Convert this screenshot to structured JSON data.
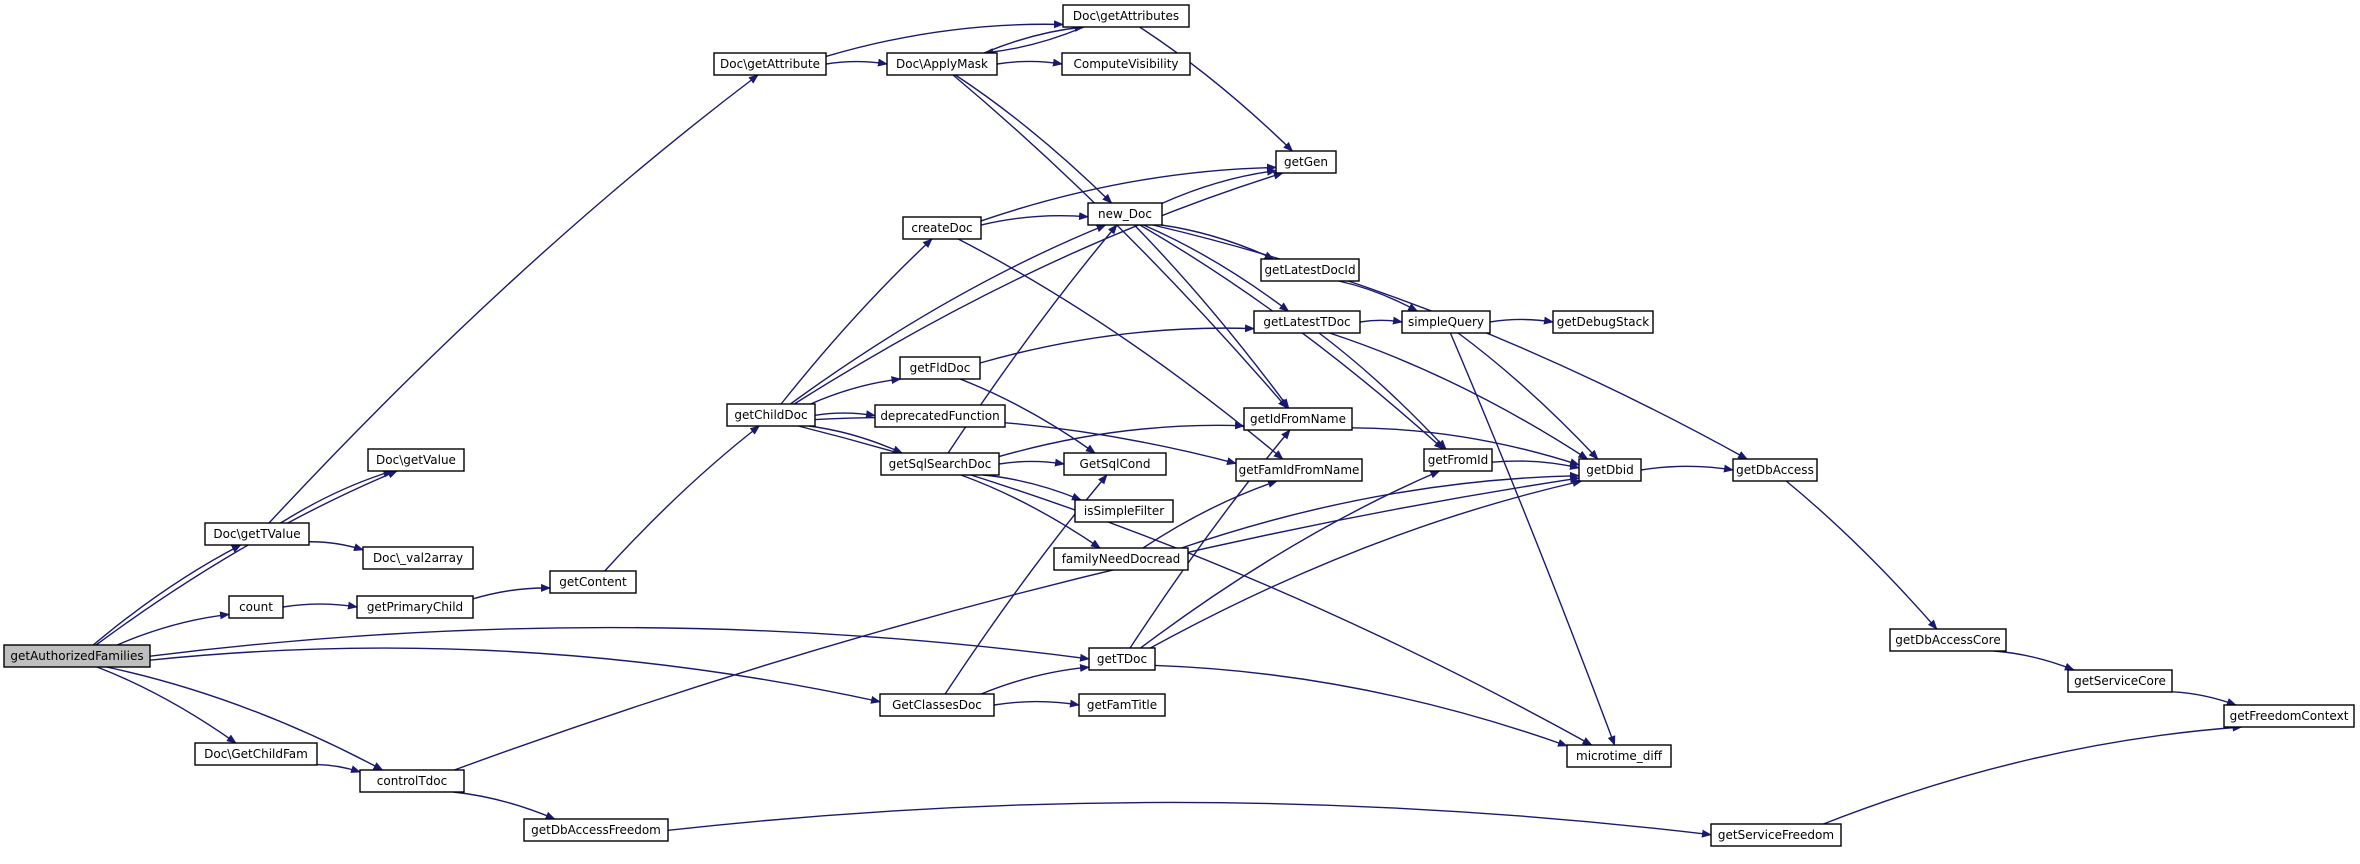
{
  "graph": {
    "root": "getAuthorizedFamilies",
    "nodes": [
      {
        "id": "getAuthorizedFamilies",
        "label": "getAuthorizedFamilies",
        "root": true
      },
      {
        "id": "Doc_getValue",
        "label": "Doc\\getValue"
      },
      {
        "id": "Doc_getTValue",
        "label": "Doc\\getTValue"
      },
      {
        "id": "Doc_val2array",
        "label": "Doc\\_val2array"
      },
      {
        "id": "count",
        "label": "count"
      },
      {
        "id": "getPrimaryChild",
        "label": "getPrimaryChild"
      },
      {
        "id": "getContent",
        "label": "getContent"
      },
      {
        "id": "getChildDoc",
        "label": "getChildDoc"
      },
      {
        "id": "Doc_getAttribute",
        "label": "Doc\\getAttribute"
      },
      {
        "id": "Doc_ApplyMask",
        "label": "Doc\\ApplyMask"
      },
      {
        "id": "Doc_getAttributes",
        "label": "Doc\\getAttributes"
      },
      {
        "id": "ComputeVisibility",
        "label": "ComputeVisibility"
      },
      {
        "id": "getGen",
        "label": "getGen"
      },
      {
        "id": "createDoc",
        "label": "createDoc"
      },
      {
        "id": "new_Doc",
        "label": "new_Doc"
      },
      {
        "id": "getLatestDocId",
        "label": "getLatestDocId"
      },
      {
        "id": "getLatestTDoc",
        "label": "getLatestTDoc"
      },
      {
        "id": "simpleQuery",
        "label": "simpleQuery"
      },
      {
        "id": "getDebugStack",
        "label": "getDebugStack"
      },
      {
        "id": "getFldDoc",
        "label": "getFldDoc"
      },
      {
        "id": "deprecatedFunction",
        "label": "deprecatedFunction"
      },
      {
        "id": "getSqlSearchDoc",
        "label": "getSqlSearchDoc"
      },
      {
        "id": "GetSqlCond",
        "label": "GetSqlCond"
      },
      {
        "id": "isSimpleFilter",
        "label": "isSimpleFilter"
      },
      {
        "id": "familyNeedDocread",
        "label": "familyNeedDocread"
      },
      {
        "id": "getIdFromName",
        "label": "getIdFromName"
      },
      {
        "id": "getFamIdFromName",
        "label": "getFamIdFromName"
      },
      {
        "id": "getFromId",
        "label": "getFromId"
      },
      {
        "id": "getDbid",
        "label": "getDbid"
      },
      {
        "id": "getDbAccess",
        "label": "getDbAccess"
      },
      {
        "id": "getDbAccessCore",
        "label": "getDbAccessCore"
      },
      {
        "id": "getServiceCore",
        "label": "getServiceCore"
      },
      {
        "id": "getFreedomContext",
        "label": "getFreedomContext"
      },
      {
        "id": "getTDoc",
        "label": "getTDoc"
      },
      {
        "id": "GetClassesDoc",
        "label": "GetClassesDoc"
      },
      {
        "id": "getFamTitle",
        "label": "getFamTitle"
      },
      {
        "id": "Doc_GetChildFam",
        "label": "Doc\\GetChildFam"
      },
      {
        "id": "controlTdoc",
        "label": "controlTdoc"
      },
      {
        "id": "microtime_diff",
        "label": "microtime_diff"
      },
      {
        "id": "getDbAccessFreedom",
        "label": "getDbAccessFreedom"
      },
      {
        "id": "getServiceFreedom",
        "label": "getServiceFreedom"
      }
    ],
    "edges": [
      [
        "getAuthorizedFamilies",
        "Doc_getValue"
      ],
      [
        "getAuthorizedFamilies",
        "Doc_getTValue"
      ],
      [
        "getAuthorizedFamilies",
        "count"
      ],
      [
        "getAuthorizedFamilies",
        "getTDoc"
      ],
      [
        "getAuthorizedFamilies",
        "GetClassesDoc"
      ],
      [
        "getAuthorizedFamilies",
        "Doc_GetChildFam"
      ],
      [
        "getAuthorizedFamilies",
        "controlTdoc"
      ],
      [
        "Doc_getTValue",
        "Doc_getValue"
      ],
      [
        "Doc_getTValue",
        "Doc_getAttribute"
      ],
      [
        "Doc_getTValue",
        "Doc_val2array"
      ],
      [
        "count",
        "getPrimaryChild"
      ],
      [
        "getPrimaryChild",
        "getContent"
      ],
      [
        "getContent",
        "getChildDoc"
      ],
      [
        "Doc_getAttribute",
        "Doc_getAttributes"
      ],
      [
        "Doc_getAttribute",
        "Doc_ApplyMask"
      ],
      [
        "Doc_ApplyMask",
        "Doc_getAttributes"
      ],
      [
        "Doc_getAttributes",
        "Doc_ApplyMask"
      ],
      [
        "Doc_ApplyMask",
        "ComputeVisibility"
      ],
      [
        "Doc_ApplyMask",
        "new_Doc"
      ],
      [
        "Doc_ApplyMask",
        "getIdFromName"
      ],
      [
        "Doc_getAttributes",
        "getGen"
      ],
      [
        "getChildDoc",
        "getGen"
      ],
      [
        "getChildDoc",
        "createDoc"
      ],
      [
        "getChildDoc",
        "new_Doc"
      ],
      [
        "getChildDoc",
        "getFldDoc"
      ],
      [
        "getChildDoc",
        "deprecatedFunction"
      ],
      [
        "getChildDoc",
        "getSqlSearchDoc"
      ],
      [
        "getChildDoc",
        "getFamIdFromName"
      ],
      [
        "getChildDoc",
        "microtime_diff"
      ],
      [
        "createDoc",
        "getGen"
      ],
      [
        "createDoc",
        "new_Doc"
      ],
      [
        "createDoc",
        "getFamIdFromName"
      ],
      [
        "new_Doc",
        "getGen"
      ],
      [
        "new_Doc",
        "getDbAccess"
      ],
      [
        "new_Doc",
        "getLatestDocId"
      ],
      [
        "new_Doc",
        "getLatestTDoc"
      ],
      [
        "new_Doc",
        "getIdFromName"
      ],
      [
        "new_Doc",
        "getFromId"
      ],
      [
        "getLatestDocId",
        "simpleQuery"
      ],
      [
        "getLatestTDoc",
        "simpleQuery"
      ],
      [
        "getLatestTDoc",
        "getFromId"
      ],
      [
        "getLatestTDoc",
        "getDbid"
      ],
      [
        "simpleQuery",
        "getDebugStack"
      ],
      [
        "simpleQuery",
        "getDbid"
      ],
      [
        "simpleQuery",
        "microtime_diff"
      ],
      [
        "getFldDoc",
        "getLatestTDoc"
      ],
      [
        "getFldDoc",
        "GetSqlCond"
      ],
      [
        "getSqlSearchDoc",
        "new_Doc"
      ],
      [
        "getSqlSearchDoc",
        "GetSqlCond"
      ],
      [
        "getSqlSearchDoc",
        "getIdFromName"
      ],
      [
        "getSqlSearchDoc",
        "isSimpleFilter"
      ],
      [
        "getSqlSearchDoc",
        "familyNeedDocread"
      ],
      [
        "familyNeedDocread",
        "getFamIdFromName"
      ],
      [
        "familyNeedDocread",
        "getDbid"
      ],
      [
        "getIdFromName",
        "getDbid"
      ],
      [
        "getFromId",
        "getDbid"
      ],
      [
        "getDbid",
        "getDbAccess"
      ],
      [
        "getDbAccess",
        "getDbAccessCore"
      ],
      [
        "getDbAccessCore",
        "getServiceCore"
      ],
      [
        "getServiceCore",
        "getFreedomContext"
      ],
      [
        "getTDoc",
        "getIdFromName"
      ],
      [
        "getTDoc",
        "getFromId"
      ],
      [
        "getTDoc",
        "getDbid"
      ],
      [
        "getTDoc",
        "microtime_diff"
      ],
      [
        "GetClassesDoc",
        "GetSqlCond"
      ],
      [
        "GetClassesDoc",
        "getTDoc"
      ],
      [
        "GetClassesDoc",
        "getFamTitle"
      ],
      [
        "Doc_GetChildFam",
        "controlTdoc"
      ],
      [
        "controlTdoc",
        "getDbid"
      ],
      [
        "controlTdoc",
        "getDbAccessFreedom"
      ],
      [
        "getDbAccessFreedom",
        "getServiceFreedom"
      ],
      [
        "getServiceFreedom",
        "getFreedomContext"
      ]
    ]
  }
}
